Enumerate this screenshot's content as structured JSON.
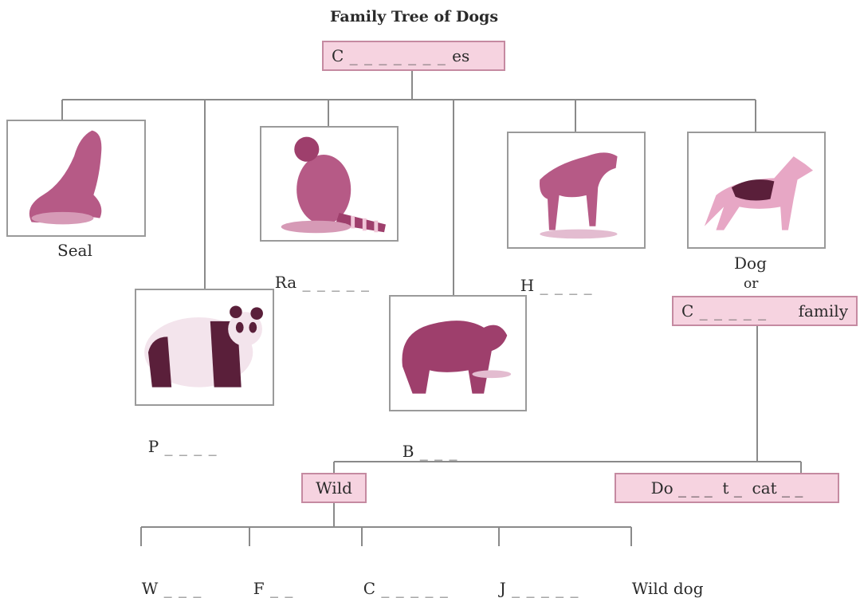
{
  "title": "Family Tree of Dogs",
  "root_box": {
    "prefix": "C",
    "blank": " _ _ _ _ _ _ _ ",
    "suffix": "es"
  },
  "animals": {
    "seal": {
      "label": "Seal",
      "icon": "seal-icon"
    },
    "raccoon": {
      "prefix": "Ra",
      "blank": " _ _ _ _ _",
      "icon": "raccoon-icon"
    },
    "hyena": {
      "prefix": "H",
      "blank": " _ _ _ _",
      "icon": "hyena-icon"
    },
    "dog": {
      "label": "Dog",
      "or": "or",
      "icon": "dog-icon"
    },
    "panda": {
      "prefix": "P",
      "blank": " _ _ _ _",
      "icon": "panda-icon"
    },
    "bear": {
      "prefix": "B",
      "blank": " _ _ _",
      "icon": "bear-icon"
    }
  },
  "family_box": {
    "prefix": "C",
    "blank": " _ _ _ _ _ ",
    "suffix": "family"
  },
  "wild_box": {
    "label": "Wild"
  },
  "domestic_box": {
    "text": "Do _ _ _  t _  cat _ _"
  },
  "wild_members": [
    {
      "prefix": "W",
      "blank": " _ _ _"
    },
    {
      "prefix": "F",
      "blank": " _ _"
    },
    {
      "prefix": "C",
      "blank": " _ _ _ _ _"
    },
    {
      "prefix": "J",
      "blank": " _ _ _ _ _"
    },
    {
      "prefix": "Wild dog",
      "blank": ""
    }
  ],
  "colors": {
    "box_fill": "#f6d3e0",
    "box_border": "#c58aa1",
    "photo_tint": "#b65a86"
  }
}
